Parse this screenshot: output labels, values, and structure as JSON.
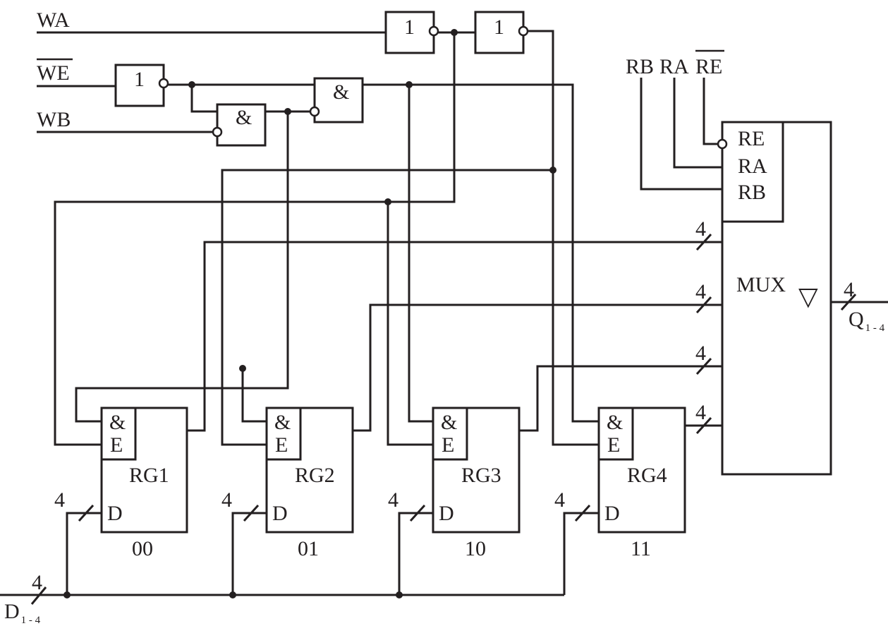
{
  "inputs": {
    "wa": "WA",
    "we": "WE",
    "wb": "WB",
    "rb": "RB",
    "ra": "RA",
    "re": "RE"
  },
  "gates": {
    "inv_we": "1",
    "and_wb": "&",
    "and_we": "&",
    "inv_wa1": "1",
    "inv_wa2": "1"
  },
  "registers": [
    {
      "name": "RG1",
      "and_label": "&",
      "enable_label": "E",
      "data_label": "D",
      "address": "00",
      "bus_width": "4"
    },
    {
      "name": "RG2",
      "and_label": "&",
      "enable_label": "E",
      "data_label": "D",
      "address": "01",
      "bus_width": "4"
    },
    {
      "name": "RG3",
      "and_label": "&",
      "enable_label": "E",
      "data_label": "D",
      "address": "10",
      "bus_width": "4"
    },
    {
      "name": "RG4",
      "and_label": "&",
      "enable_label": "E",
      "data_label": "D",
      "address": "11",
      "bus_width": "4"
    }
  ],
  "mux": {
    "title": "MUX",
    "control_re": "RE",
    "control_ra": "RA",
    "control_rb": "RB",
    "input_widths": [
      "4",
      "4",
      "4",
      "4"
    ],
    "output_width": "4",
    "output_symbol": "▽"
  },
  "data_bus": {
    "label": "D",
    "subscript": "1 - 4",
    "width": "4"
  },
  "output": {
    "label": "Q",
    "subscript": "1 - 4"
  }
}
